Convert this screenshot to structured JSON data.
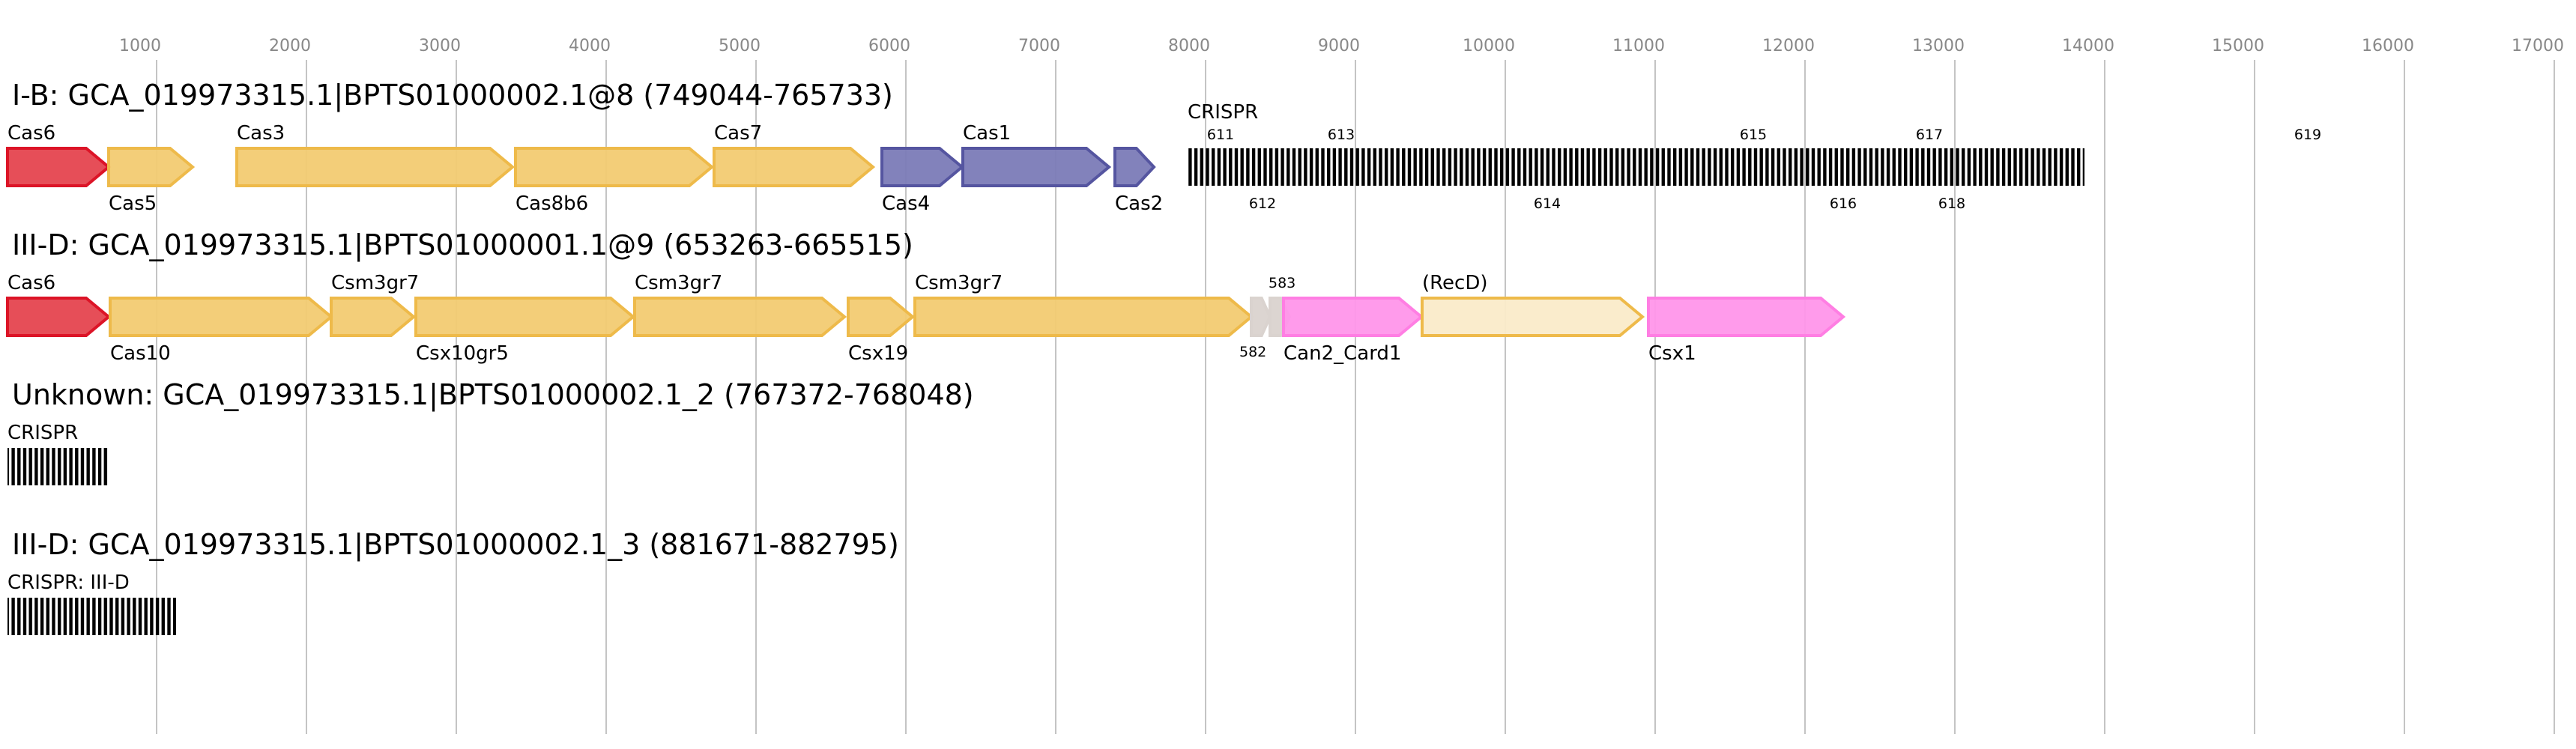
{
  "axis": {
    "ticks": [
      1000,
      2000,
      3000,
      4000,
      5000,
      6000,
      7000,
      8000,
      9000,
      10000,
      11000,
      12000,
      13000,
      14000,
      15000,
      16000,
      17000
    ],
    "range": [
      0,
      17000
    ],
    "grid": true
  },
  "colors": {
    "red": {
      "fill": "#e5444f",
      "stroke": "#dc1427"
    },
    "yellow": {
      "fill": "#f2cb72",
      "stroke": "#eeba4a"
    },
    "purple": {
      "fill": "#7b7bb7",
      "stroke": "#5555a0"
    },
    "pink": {
      "fill": "#ff96ea",
      "stroke": "#ff7ee3"
    },
    "cream": {
      "fill": "#faebc9",
      "stroke": "#eeba4a"
    },
    "gray": {
      "fill": "#dad3cf",
      "stroke": "#dad3cf"
    },
    "crispr": "#000000"
  },
  "loci": [
    {
      "title": "I-B: GCA_019973315.1|BPTS01000002.1@8 (749044-765733)",
      "features": [
        {
          "type": "gene",
          "name": "Cas6",
          "start": 5,
          "end": 680,
          "color": "red",
          "label": "top"
        },
        {
          "type": "gene",
          "name": "Cas5",
          "start": 680,
          "end": 1240,
          "color": "yellow",
          "label": "bottom"
        },
        {
          "type": "gene",
          "name": "Cas3",
          "start": 1535,
          "end": 3375,
          "color": "yellow",
          "label": "top"
        },
        {
          "type": "gene",
          "name": "Cas8b6",
          "start": 3395,
          "end": 4705,
          "color": "yellow",
          "label": "bottom"
        },
        {
          "type": "gene",
          "name": "Cas7",
          "start": 4720,
          "end": 5780,
          "color": "yellow",
          "label": "top"
        },
        {
          "type": "gene",
          "name": "Cas4",
          "start": 5840,
          "end": 6375,
          "color": "purple",
          "label": "bottom"
        },
        {
          "type": "gene",
          "name": "Cas1",
          "start": 6380,
          "end": 7355,
          "color": "purple",
          "label": "top"
        },
        {
          "type": "gene",
          "name": "Cas2",
          "start": 7395,
          "end": 7655,
          "color": "purple",
          "label": "bottom"
        },
        {
          "type": "crispr",
          "name": "CRISPR",
          "start": 7880,
          "end": 13865,
          "label": "top"
        }
      ],
      "repeat_labels": [
        {
          "text": "611",
          "pos": 8100,
          "side": "top"
        },
        {
          "text": "612",
          "pos": 8380,
          "side": "bottom"
        },
        {
          "text": "613",
          "pos": 8905,
          "side": "top"
        },
        {
          "text": "614",
          "pos": 10280,
          "side": "bottom"
        },
        {
          "text": "615",
          "pos": 11655,
          "side": "top"
        },
        {
          "text": "616",
          "pos": 12255,
          "side": "bottom"
        },
        {
          "text": "617",
          "pos": 12830,
          "side": "top"
        },
        {
          "text": "618",
          "pos": 12980,
          "side": "bottom"
        },
        {
          "text": "619",
          "pos": 15355,
          "side": "top"
        }
      ]
    },
    {
      "title": "III-D: GCA_019973315.1|BPTS01000001.1@9 (653263-665515)",
      "features": [
        {
          "type": "gene",
          "name": "Cas6",
          "start": 5,
          "end": 680,
          "color": "red",
          "label": "top"
        },
        {
          "type": "gene",
          "name": "Cas10",
          "start": 690,
          "end": 2165,
          "color": "yellow",
          "label": "bottom"
        },
        {
          "type": "gene",
          "name": "Csm3gr7",
          "start": 2165,
          "end": 2715,
          "color": "yellow",
          "label": "top"
        },
        {
          "type": "gene",
          "name": "Csx10gr5",
          "start": 2730,
          "end": 4180,
          "color": "yellow",
          "label": "bottom"
        },
        {
          "type": "gene",
          "name": "Csm3gr7",
          "start": 4190,
          "end": 5590,
          "color": "yellow",
          "label": "top"
        },
        {
          "type": "gene",
          "name": "Csx19",
          "start": 5615,
          "end": 6045,
          "color": "yellow",
          "label": "bottom"
        },
        {
          "type": "gene",
          "name": "Csm3gr7",
          "start": 6060,
          "end": 8305,
          "color": "yellow",
          "label": "top"
        },
        {
          "type": "gene",
          "name": "582",
          "start": 8305,
          "end": 8430,
          "color": "gray",
          "label": "bottom-small"
        },
        {
          "type": "gene",
          "name": "583",
          "start": 8430,
          "end": 8560,
          "color": "gray",
          "label": "top-small"
        },
        {
          "type": "gene",
          "name": "Can2_Card1",
          "start": 8520,
          "end": 9440,
          "color": "pink",
          "label": "bottom"
        },
        {
          "type": "gene",
          "name": "(RecD)",
          "start": 9445,
          "end": 10915,
          "color": "cream",
          "label": "top"
        },
        {
          "type": "gene",
          "name": "Csx1",
          "start": 10955,
          "end": 12255,
          "color": "pink",
          "label": "bottom"
        }
      ],
      "repeat_labels": []
    },
    {
      "title": "Unknown: GCA_019973315.1|BPTS01000002.1_2 (767372-768048)",
      "features": [
        {
          "type": "crispr",
          "name": "CRISPR",
          "start": 5,
          "end": 680,
          "label": "top"
        }
      ],
      "repeat_labels": []
    },
    {
      "title": "III-D: GCA_019973315.1|BPTS01000002.1_3 (881671-882795)",
      "features": [
        {
          "type": "crispr",
          "name": "CRISPR: III-D",
          "start": 5,
          "end": 1130,
          "label": "top"
        }
      ],
      "repeat_labels": []
    }
  ]
}
